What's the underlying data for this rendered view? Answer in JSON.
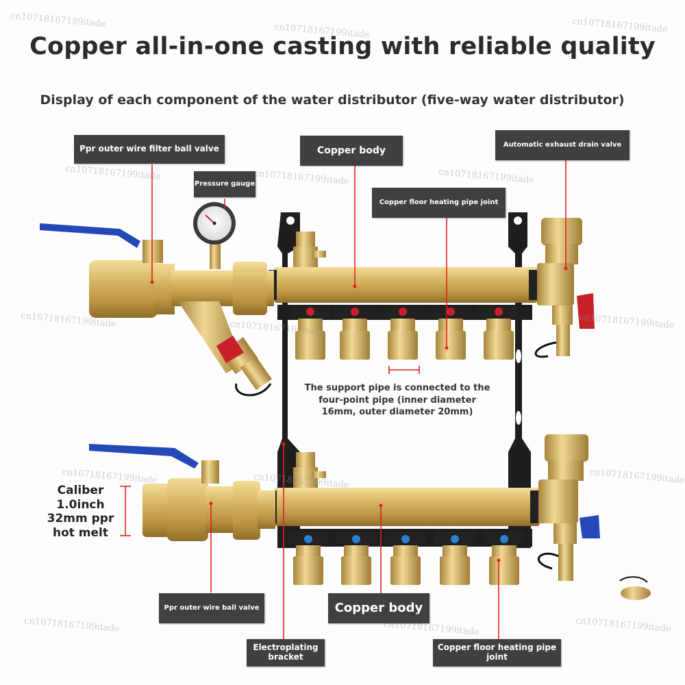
{
  "title": "Copper all-in-one casting with reliable quality",
  "subtitle": "Display of each component of the water distributor (five-way water distributor)",
  "labels": {
    "filter_valve": "Ppr outer wire filter ball valve",
    "pressure_gauge": "Pressure gauge",
    "copper_body_top": "Copper body",
    "floor_joint_top": "Copper floor heating pipe joint",
    "exhaust_valve": "Automatic exhaust drain valve",
    "ball_valve": "Ppr outer wire ball valve",
    "copper_body_bottom": "Copper body",
    "bracket": "Electroplating bracket",
    "floor_joint_bottom": "Copper floor heating pipe joint"
  },
  "support_note": "The support pipe is connected to the four-point pipe (inner diameter 16mm, outer diameter 20mm)",
  "caliber": {
    "line1": "Caliber",
    "line2": "1.0inch",
    "line3": "32mm ppr",
    "line4": "hot melt"
  },
  "colors": {
    "brass": "#d4b262",
    "brass_dark": "#a8843a",
    "bracket": "#1e1e1e",
    "label_bg": "#404040",
    "leader": "#e02020",
    "handle_blue": "#2448b8",
    "handle_red": "#c8202a",
    "cap_blue": "#2a7fd0"
  },
  "watermark": "cn10718167199itade"
}
